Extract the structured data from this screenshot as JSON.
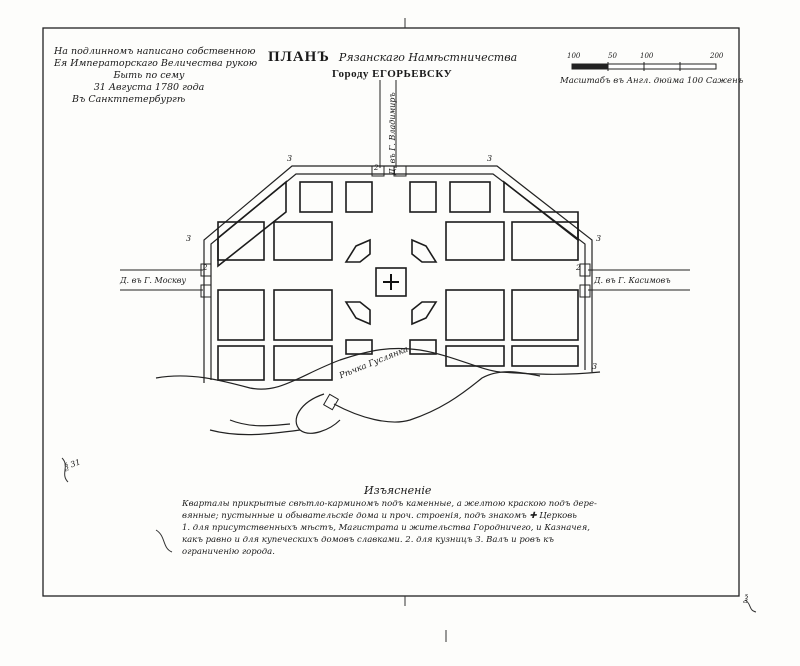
{
  "title": {
    "plan": "ПЛАНЪ",
    "province": "Рязанскаго Намѣстничества",
    "town": "Городу ЕГОРЬЕВСКУ"
  },
  "approval": {
    "lines": [
      "На подлинномъ написано собственною",
      "Ея Императорскаго Величества рукою",
      "Быть по сему",
      "31 Августа 1780 года",
      "Въ Санктпетербургѣ"
    ]
  },
  "scale": {
    "ticks": [
      "100",
      "50",
      "100",
      "200"
    ],
    "caption": "Масштабъ въ Англ. дюйма 100 Саженъ"
  },
  "roads": {
    "north": "Д. въ Г. Владимиръ",
    "west": "Д. въ Г. Москву",
    "east": "Д. въ Г. Касимовъ"
  },
  "river": "Рѣчка Гуслянка",
  "markers": [
    "3",
    "3",
    "3",
    "3",
    "3",
    "2",
    "2",
    "2"
  ],
  "legend": {
    "heading": "Изъясненіе",
    "lines": [
      "Кварталы прикрытые свѣтло-карминомъ подъ каменные, а желтою краскою подъ дере-",
      "вянные; пустынные и обывательскiе дома и проч. строенiя, подъ знакомъ ✚ Церковь",
      "1. для присутственныхъ мѣстъ, Магистрата и жительства Городничего, и Казначея,",
      "какъ равно и для купеческихъ домовъ славками. 2. для кузницъ 3. Валъ и ровъ къ",
      "ограниченiю города."
    ]
  },
  "margin_notes": [
    "Ѯ 31",
    "Ѯ"
  ]
}
